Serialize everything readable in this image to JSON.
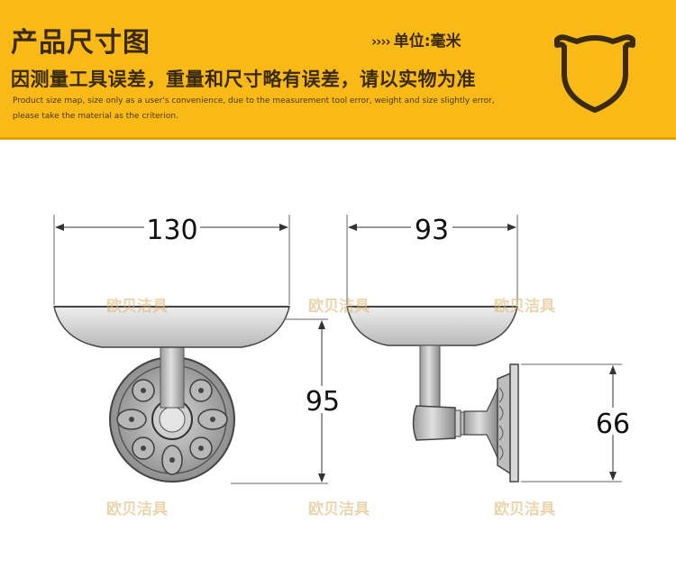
{
  "header": {
    "title": "产品尺寸图",
    "unit_arrows": "››››",
    "unit_label": "单位:毫米",
    "warning": "因测量工具误差，重量和尺寸略有误差，请以实物为准",
    "note_en": "Product size map, size only as a user's convenience, due to the measurement tool error, weight and size slightly error, please take the material as the criterion.",
    "background_color": "#f9b916",
    "logo_icon": "shield-icon"
  },
  "drawing": {
    "watermark": "欧贝洁具",
    "dimensions": {
      "front_width": "130",
      "side_width": "93",
      "front_height": "95",
      "side_height": "66"
    }
  }
}
